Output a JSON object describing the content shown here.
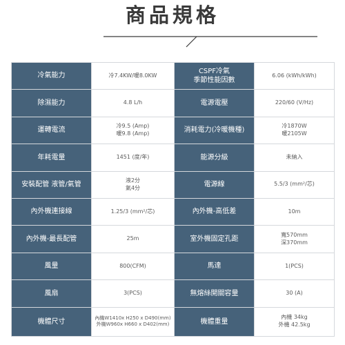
{
  "title": "商品規格",
  "rows": [
    {
      "label1": [
        "冷氣能力"
      ],
      "value1": [
        "冷7.4KW/暖8.0KW"
      ],
      "label2": [
        "CSPF冷氣",
        "季節性能因數"
      ],
      "value2": [
        "6.06 (kWh/kWh)"
      ]
    },
    {
      "label1": [
        "除濕能力"
      ],
      "value1": [
        "4.8 L/h"
      ],
      "label2": [
        "電源電壓"
      ],
      "value2": [
        "220/60 (V/Hz)"
      ]
    },
    {
      "label1": [
        "運轉電流"
      ],
      "value1": [
        "冷9.5 (Amp)",
        "暖9.8 (Amp)"
      ],
      "label2": [
        "消耗電力(冷暖機種)"
      ],
      "value2": [
        "冷1870W",
        "暖2105W"
      ]
    },
    {
      "label1": [
        "年耗電量"
      ],
      "value1": [
        "1451 (度/年)"
      ],
      "label2": [
        "能源分級"
      ],
      "value2": [
        "未納入"
      ]
    },
    {
      "label1": [
        "安裝配管 液管/氣管"
      ],
      "value1": [
        "液2分",
        "氣4分"
      ],
      "label2": [
        "電源線"
      ],
      "value2": [
        "5.5/3 (mm²/芯)"
      ]
    },
    {
      "label1": [
        "內外機連接線"
      ],
      "value1": [
        "1.25/3 (mm²/芯)"
      ],
      "label2": [
        "內外機-高低差"
      ],
      "value2": [
        "10m"
      ]
    },
    {
      "label1": [
        "內外機-最長配管"
      ],
      "value1": [
        "25m"
      ],
      "label2": [
        "室外機固定孔距"
      ],
      "value2": [
        "寬570mm",
        "深370mm"
      ]
    },
    {
      "label1": [
        "風量"
      ],
      "value1": [
        "800(CFM)"
      ],
      "label2": [
        "馬達"
      ],
      "value2": [
        "1(PCS)"
      ]
    },
    {
      "label1": [
        "風扇"
      ],
      "value1": [
        "3(PCS)"
      ],
      "label2": [
        "無熔絲開關容量"
      ],
      "value2": [
        "30 (A)"
      ]
    },
    {
      "label1": [
        "機體尺寸"
      ],
      "value1": [
        "內機W1410x H250 x D490(mm)",
        "外機W960x H660 x D402(mm)"
      ],
      "label2": [
        "機體重量"
      ],
      "value2": [
        "內機 34kg",
        "外機 42.5kg"
      ]
    }
  ],
  "colors": {
    "label_bg": "#46627a",
    "label_text": "#ffffff",
    "value_text": "#5a5a5a",
    "title_text": "#3a3a3a",
    "grid_line": "#d5d8dc"
  }
}
